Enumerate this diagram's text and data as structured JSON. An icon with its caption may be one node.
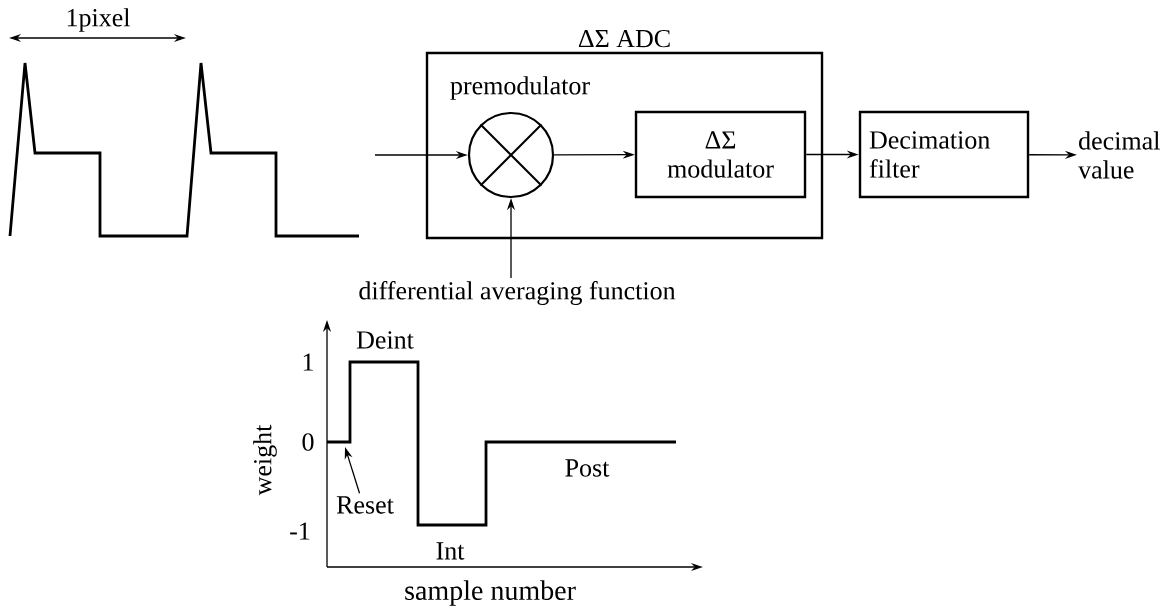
{
  "diagram": {
    "nodes": [
      {
        "text": [
          "ΔΣ ADC"
        ]
      },
      {
        "text": [],
        "shape": "circle",
        "in": 0,
        "beside": [
          "premodulator"
        ]
      },
      {
        "text": [
          "ΔΣ modulator"
        ],
        "in": 0
      },
      {
        "text": [
          "Decimation filter"
        ]
      },
      {
        "text": [
          "decimal value"
        ]
      },
      {
        "text": [
          "differential averaging function"
        ]
      },
      {
        "text": [
          "Reset"
        ]
      }
    ],
    "edges": [
      {
        "from": null,
        "to": 1,
        "arrow": "to"
      },
      {
        "from": 1,
        "to": 2,
        "arrow": "to"
      },
      {
        "from": 2,
        "to": 3,
        "arrow": "to"
      },
      {
        "from": 3,
        "to": 4,
        "arrow": "to"
      },
      {
        "from": 5,
        "to": 1,
        "arrow": "to"
      },
      {
        "from": 6,
        "to": null,
        "arrow": "to"
      }
    ],
    "labels": [
      "1pixel",
      "Deint",
      "1",
      "0",
      "weight",
      "Post",
      "-1",
      "Int",
      "sample number"
    ]
  }
}
